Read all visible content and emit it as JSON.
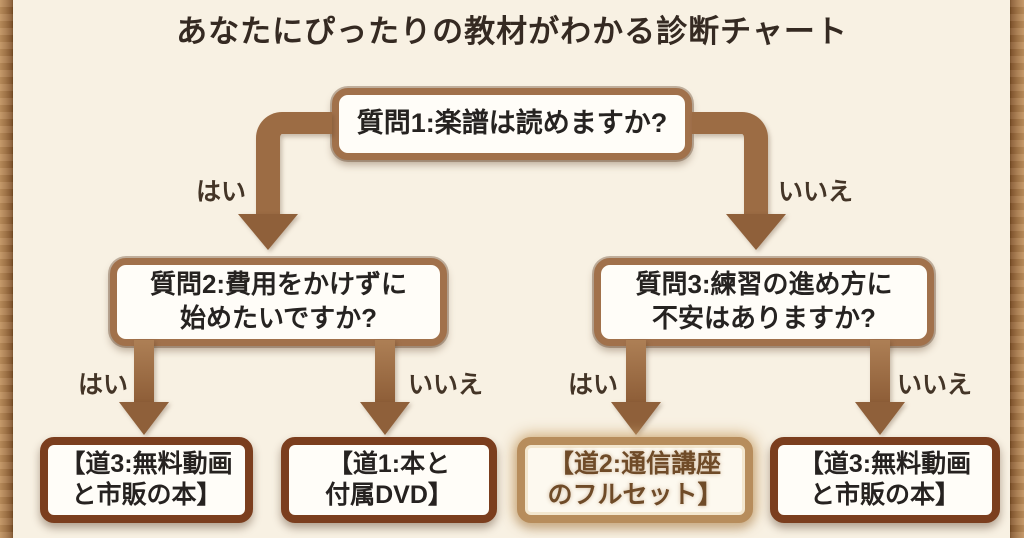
{
  "title": "あなたにぴったりの教材がわかる診断チャート",
  "colors": {
    "background": "#f8f1e3",
    "wood_frame": "#a87a4b",
    "question_border": "#a1714b",
    "result_border": "#7b3e1e",
    "highlight_border": "#b78d5c",
    "arrow": "#9c6c44",
    "text": "#2a2420",
    "highlight_text": "#6f4b28"
  },
  "flowchart": {
    "questions": {
      "q1": {
        "text": "質問1:楽譜は読めますか?"
      },
      "q2": {
        "line1": "質問2:費用をかけずに",
        "line2": "始めたいですか?"
      },
      "q3": {
        "line1": "質問3:練習の進め方に",
        "line2": "不安はありますか?"
      }
    },
    "edges": [
      {
        "from": "q1",
        "to": "q2",
        "label": "はい"
      },
      {
        "from": "q1",
        "to": "q3",
        "label": "いいえ"
      },
      {
        "from": "q2",
        "to": "result1",
        "label": "はい"
      },
      {
        "from": "q2",
        "to": "result2",
        "label": "いいえ"
      },
      {
        "from": "q3",
        "to": "result3",
        "label": "はい"
      },
      {
        "from": "q3",
        "to": "result4",
        "label": "いいえ"
      }
    ],
    "results": [
      {
        "line1": "【道3:無料動画",
        "line2": "と市販の本】",
        "highlighted": false
      },
      {
        "line1": "【道1:本と",
        "line2": "付属DVD】",
        "highlighted": false
      },
      {
        "line1": "【道2:通信講座",
        "line2": "のフルセット】",
        "highlighted": true
      },
      {
        "line1": "【道3:無料動画",
        "line2": "と市販の本】",
        "highlighted": false
      }
    ]
  }
}
